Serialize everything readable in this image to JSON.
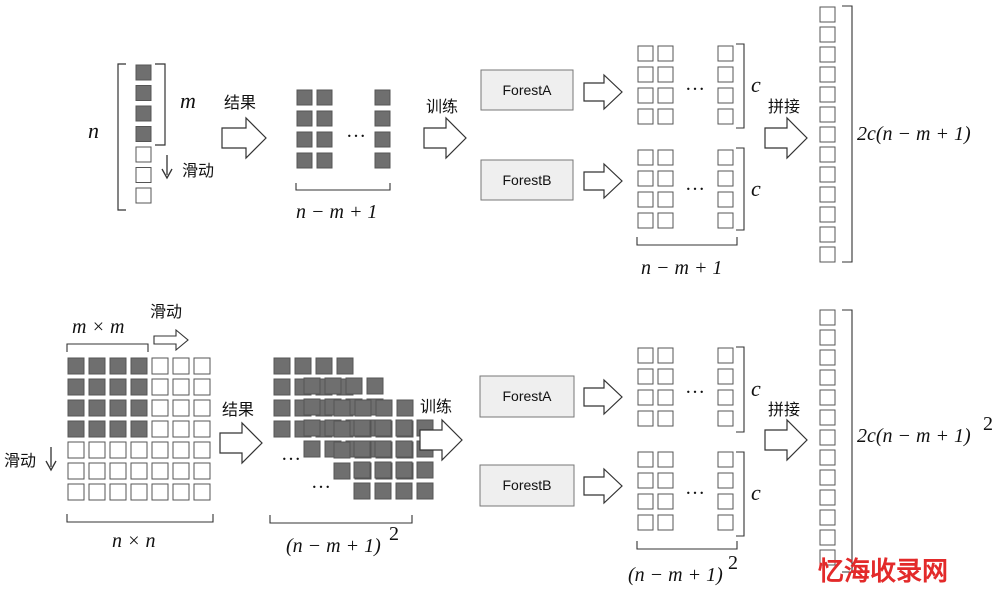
{
  "labels": {
    "n": "n",
    "m": "m",
    "slide": "滑动",
    "result": "结果",
    "train": "训练",
    "concat": "拼接",
    "forest_a": "ForestA",
    "forest_b": "ForestB",
    "c": "c",
    "ellipsis": "…",
    "n_minus_m_plus_1": "n − m + 1",
    "m_times_m": "m × m",
    "n_times_n": "n × n",
    "paren_expr": "(n − m + 1)",
    "exp2": "2",
    "output_1d": "2c(n − m + 1)",
    "output_2d": "2c(n − m + 1)",
    "output_2d_exp": "2"
  },
  "watermark": "忆海收录网",
  "colors": {
    "dark_cell": "#6f6f6f",
    "light_cell": "#ffffff",
    "cell_stroke": "#555555",
    "forest_fill": "#efefef",
    "watermark": "#e32a2a"
  }
}
